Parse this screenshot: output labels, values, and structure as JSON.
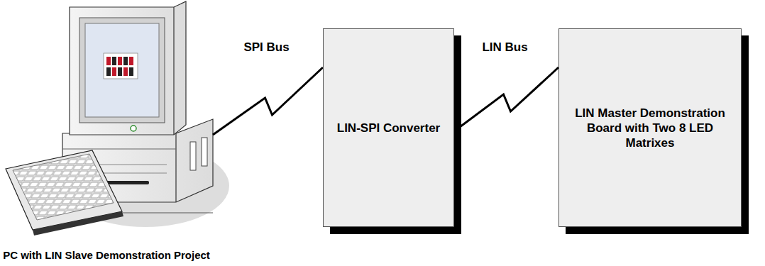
{
  "diagram": {
    "nodes": [
      {
        "text": [
          "PC with LIN Slave Demonstration Project"
        ]
      },
      {
        "text": [
          "LIN-SPI Converter"
        ]
      },
      {
        "text": [
          "LIN Master Demonstration Board with Two 8 LED Matrixes"
        ]
      }
    ],
    "edges": [
      {
        "from": 0,
        "to": 1,
        "label": "SPI Bus",
        "arrow": "none"
      },
      {
        "from": 1,
        "to": 2,
        "label": "LIN Bus",
        "arrow": "none"
      }
    ]
  }
}
